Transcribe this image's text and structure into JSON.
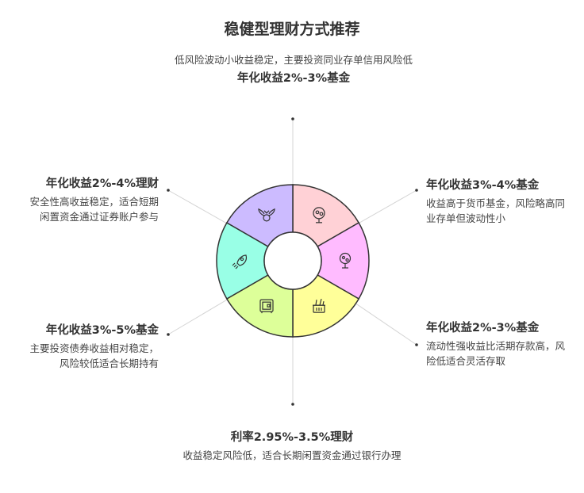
{
  "title": "稳健型理财方式推荐",
  "items": [
    {
      "heading": "年化收益2%-3%基金",
      "desc": "低风险波动小收益稳定，主要投资同业存单信用风险低",
      "position": "top"
    },
    {
      "heading": "年化收益3%-4%基金",
      "desc": "收益高于货币基金，风险略高同业存单但波动性小",
      "position": "right-top"
    },
    {
      "heading": "年化收益2%-3%基金",
      "desc": "流动性强收益比活期存款高，风险低适合灵活存取",
      "position": "right-bottom"
    },
    {
      "heading": "利率2.95%-3.5%理财",
      "desc": "收益稳定风险低，适合长期闲置资金通过银行办理",
      "position": "bottom"
    },
    {
      "heading": "年化收益3%-5%基金",
      "desc": "主要投资债券收益相对稳定，风险较低适合长期持有",
      "position": "left-bottom"
    },
    {
      "heading": "年化收益2%-4%理财",
      "desc": "安全性高收益稳定，适合短期闲置资金通过证券账户参与",
      "position": "left-top"
    }
  ],
  "segments": [
    {
      "color": "#ffd1d6",
      "icon": "money-tree-icon"
    },
    {
      "color": "#ffbbff",
      "icon": "tree-icon"
    },
    {
      "color": "#ffff99",
      "icon": "basket-icon"
    },
    {
      "color": "#ddff99",
      "icon": "safe-icon"
    },
    {
      "color": "#99ffe6",
      "icon": "rocket-icon"
    },
    {
      "color": "#ccbbff",
      "icon": "winged-coin-icon"
    }
  ]
}
